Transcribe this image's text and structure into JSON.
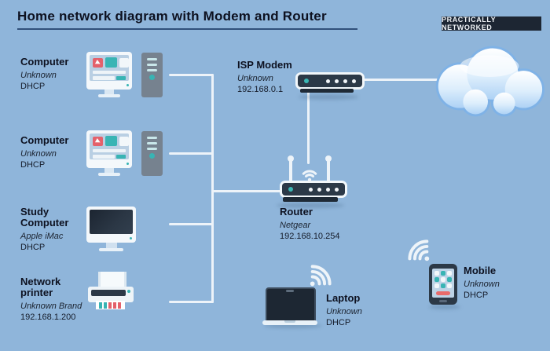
{
  "header": {
    "title": "Home network diagram with Modem and Router",
    "brand": "PRACTICALLY NETWORKED"
  },
  "palette": {
    "background": "#8fb5da",
    "ink": "#0d1120",
    "line": "#edf3f9",
    "device_navy": "#2c3947",
    "accent_teal": "#3bb7b4",
    "accent_red": "#e4616b",
    "badge_bg": "#1d2633",
    "cloud_fill": "#d9ebfc"
  },
  "devices": [
    {
      "id": "computer-1",
      "name": "Computer",
      "detail": "Unknown",
      "address": "DHCP"
    },
    {
      "id": "computer-2",
      "name": "Computer",
      "detail": "Unknown",
      "address": "DHCP"
    },
    {
      "id": "study-computer",
      "name": "Study Computer",
      "detail": "Apple iMac",
      "address": "DHCP"
    },
    {
      "id": "network-printer",
      "name": "Network printer",
      "detail": "Unknown Brand",
      "address": "192.168.1.200"
    },
    {
      "id": "isp-modem",
      "name": "ISP Modem",
      "detail": "Unknown",
      "address": "192.168.0.1"
    },
    {
      "id": "router",
      "name": "Router",
      "detail": "Netgear",
      "address": "192.168.10.254"
    },
    {
      "id": "laptop",
      "name": "Laptop",
      "detail": "Unknown",
      "address": "DHCP"
    },
    {
      "id": "mobile",
      "name": "Mobile",
      "detail": "Unknown",
      "address": "DHCP"
    }
  ]
}
